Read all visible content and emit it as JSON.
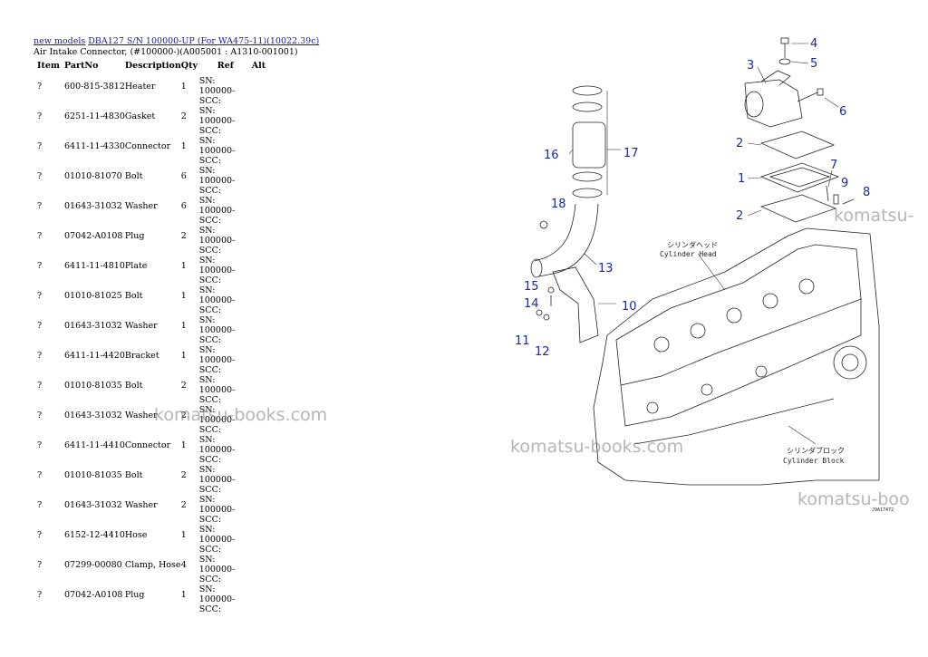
{
  "breadcrumb": {
    "link1": "new models",
    "link2": "DBA127 S/N 100000-UP (For WA475-11)(10022.39c)"
  },
  "subtitle": "Air Intake Connector, (#100000-)(A005001 : A1310-001001)",
  "table": {
    "headers": [
      "Item",
      "PartNo",
      "Description",
      "Qty",
      "Ref",
      "Alt"
    ],
    "rows": [
      {
        "item": "?",
        "part": "600-815-3812",
        "desc": "Heater",
        "qty": "1",
        "ref": "SN: 100000-SCC:"
      },
      {
        "item": "?",
        "part": "6251-11-4830",
        "desc": "Gasket",
        "qty": "2",
        "ref": "SN: 100000-SCC:"
      },
      {
        "item": "?",
        "part": "6411-11-4330",
        "desc": "Connector",
        "qty": "1",
        "ref": "SN: 100000-SCC:"
      },
      {
        "item": "?",
        "part": "01010-81070",
        "desc": "Bolt",
        "qty": "6",
        "ref": "SN: 100000-SCC:"
      },
      {
        "item": "?",
        "part": "01643-31032",
        "desc": "Washer",
        "qty": "6",
        "ref": "SN: 100000-SCC:"
      },
      {
        "item": "?",
        "part": "07042-A0108",
        "desc": "Plug",
        "qty": "2",
        "ref": "SN: 100000-SCC:"
      },
      {
        "item": "?",
        "part": "6411-11-4810",
        "desc": "Plate",
        "qty": "1",
        "ref": "SN: 100000-SCC:"
      },
      {
        "item": "?",
        "part": "01010-81025",
        "desc": "Bolt",
        "qty": "1",
        "ref": "SN: 100000-SCC:"
      },
      {
        "item": "?",
        "part": "01643-31032",
        "desc": "Washer",
        "qty": "1",
        "ref": "SN: 100000-SCC:"
      },
      {
        "item": "?",
        "part": "6411-11-4420",
        "desc": "Bracket",
        "qty": "1",
        "ref": "SN: 100000-SCC:"
      },
      {
        "item": "?",
        "part": "01010-81035",
        "desc": "Bolt",
        "qty": "2",
        "ref": "SN: 100000-SCC:"
      },
      {
        "item": "?",
        "part": "01643-31032",
        "desc": "Washer",
        "qty": "2",
        "ref": "SN: 100000-SCC:"
      },
      {
        "item": "?",
        "part": "6411-11-4410",
        "desc": "Connector",
        "qty": "1",
        "ref": "SN: 100000-SCC:"
      },
      {
        "item": "?",
        "part": "01010-81035",
        "desc": "Bolt",
        "qty": "2",
        "ref": "SN: 100000-SCC:"
      },
      {
        "item": "?",
        "part": "01643-31032",
        "desc": "Washer",
        "qty": "2",
        "ref": "SN: 100000-SCC:"
      },
      {
        "item": "?",
        "part": "6152-12-4410",
        "desc": "Hose",
        "qty": "1",
        "ref": "SN: 100000-SCC:"
      },
      {
        "item": "?",
        "part": "07299-00080",
        "desc": "Clamp, Hose",
        "qty": "4",
        "ref": "SN: 100000-SCC:"
      },
      {
        "item": "?",
        "part": "07042-A0108",
        "desc": "Plug",
        "qty": "1",
        "ref": "SN: 100000-SCC:"
      }
    ]
  },
  "watermarks": {
    "w1": "komatsu-books.com",
    "w2": "komatsu-books.com",
    "w3": "komatsu-",
    "w4": "komatsu-boo"
  },
  "diagram": {
    "callouts": [
      "1",
      "2",
      "2",
      "3",
      "4",
      "5",
      "6",
      "7",
      "8",
      "9",
      "10",
      "11",
      "12",
      "13",
      "14",
      "15",
      "16",
      "17",
      "18"
    ],
    "cylinder_head_jp": "シリンダヘッド",
    "cylinder_head_en": "Cylinder Head",
    "cylinder_block_jp": "シリンダブロック",
    "cylinder_block_en": "Cylinder Block",
    "drawing_code": "J9A17472"
  },
  "colors": {
    "link": "#1a1aa6",
    "callout": "#1a2a9a"
  }
}
